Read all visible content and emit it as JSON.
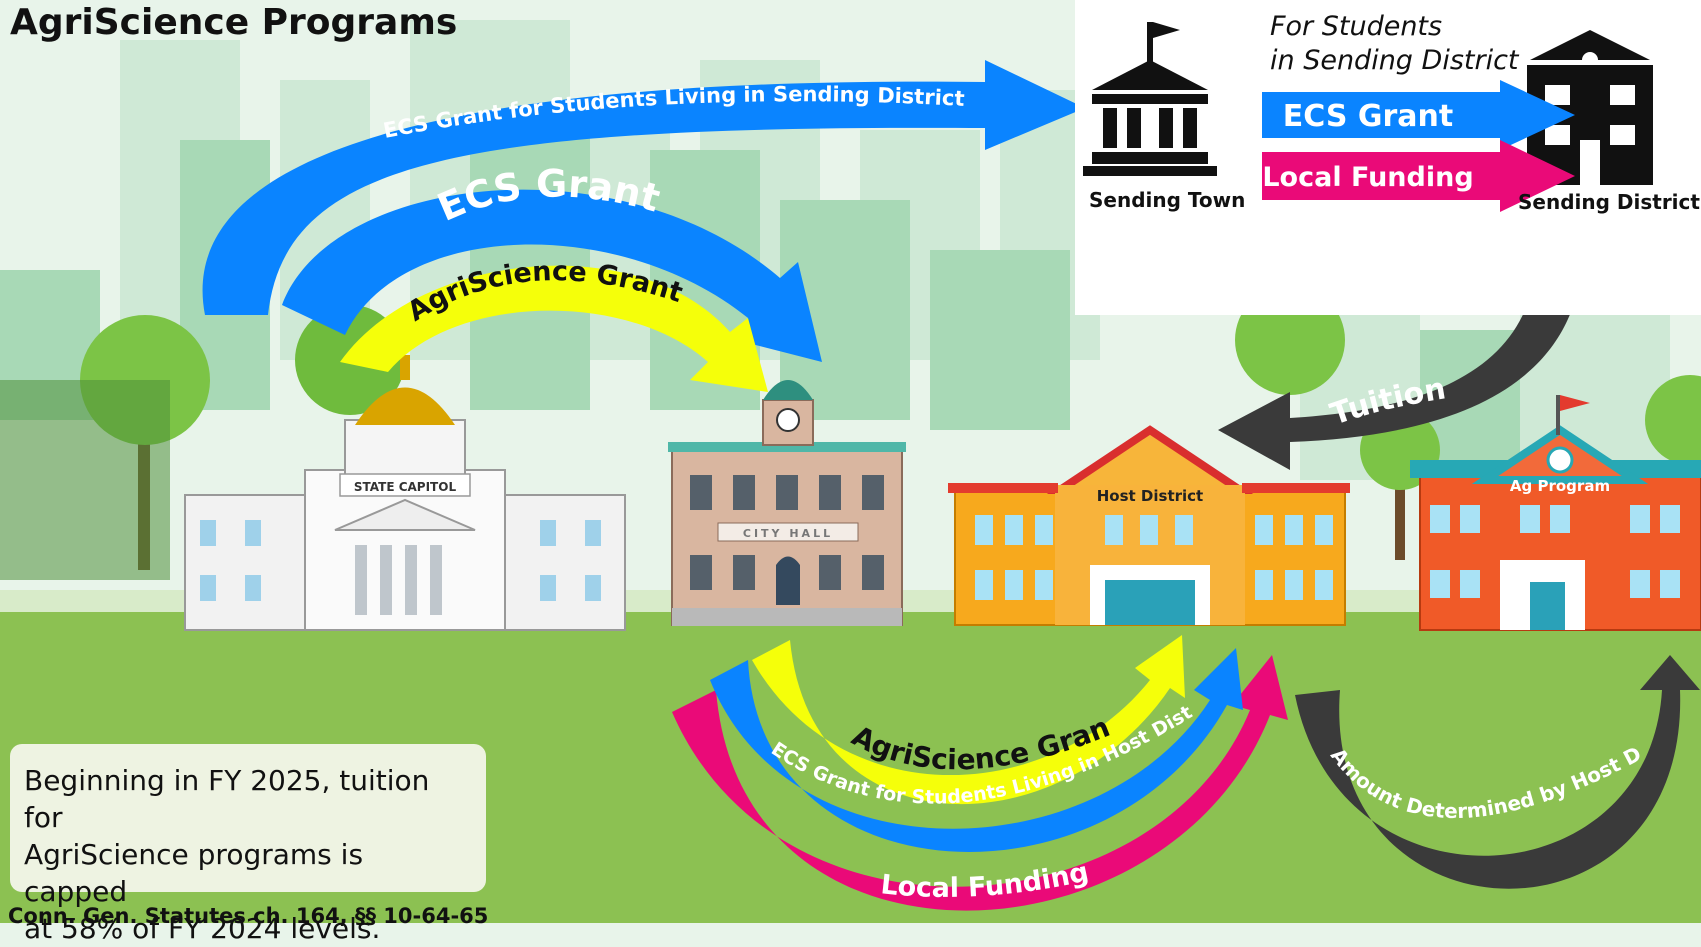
{
  "title": "AgriScience Programs",
  "legend": {
    "note_line1": "For Students",
    "note_line2": "in Sending District",
    "sending_town": "Sending Town",
    "sending_district": "Sending District",
    "ecs_grant": "ECS Grant",
    "local_funding": "Local Funding"
  },
  "buildings": {
    "state_capitol": "STATE CAPITOL",
    "city_hall": "CITY HALL",
    "host_district": "Host District",
    "ag_program": "Ag Program"
  },
  "flows": {
    "ecs_sending": "ECS Grant for Students Living in Sending District",
    "ecs_grant": "ECS Grant",
    "agriscience_top": "AgriScience Grant",
    "tuition": "Tuition",
    "agriscience_bottom": "AgriScience Grant",
    "ecs_host": "ECS Grant for Students Living in Host District",
    "local_funding": "Local Funding",
    "amount_determined": "Amount Determined by Host District"
  },
  "note": {
    "line1": "Beginning in FY 2025, tuition for",
    "line2": "AgriScience programs is capped",
    "line3": "at 58% of FY 2024 levels."
  },
  "citation": "Conn. Gen. Statutes ch. 164, §§ 10-64-65",
  "colors": {
    "blue": "#0a84ff",
    "yellow": "#f5ff0a",
    "magenta": "#ea0a78",
    "dark_gray": "#3a3a3a",
    "grass": "#8cc152"
  }
}
